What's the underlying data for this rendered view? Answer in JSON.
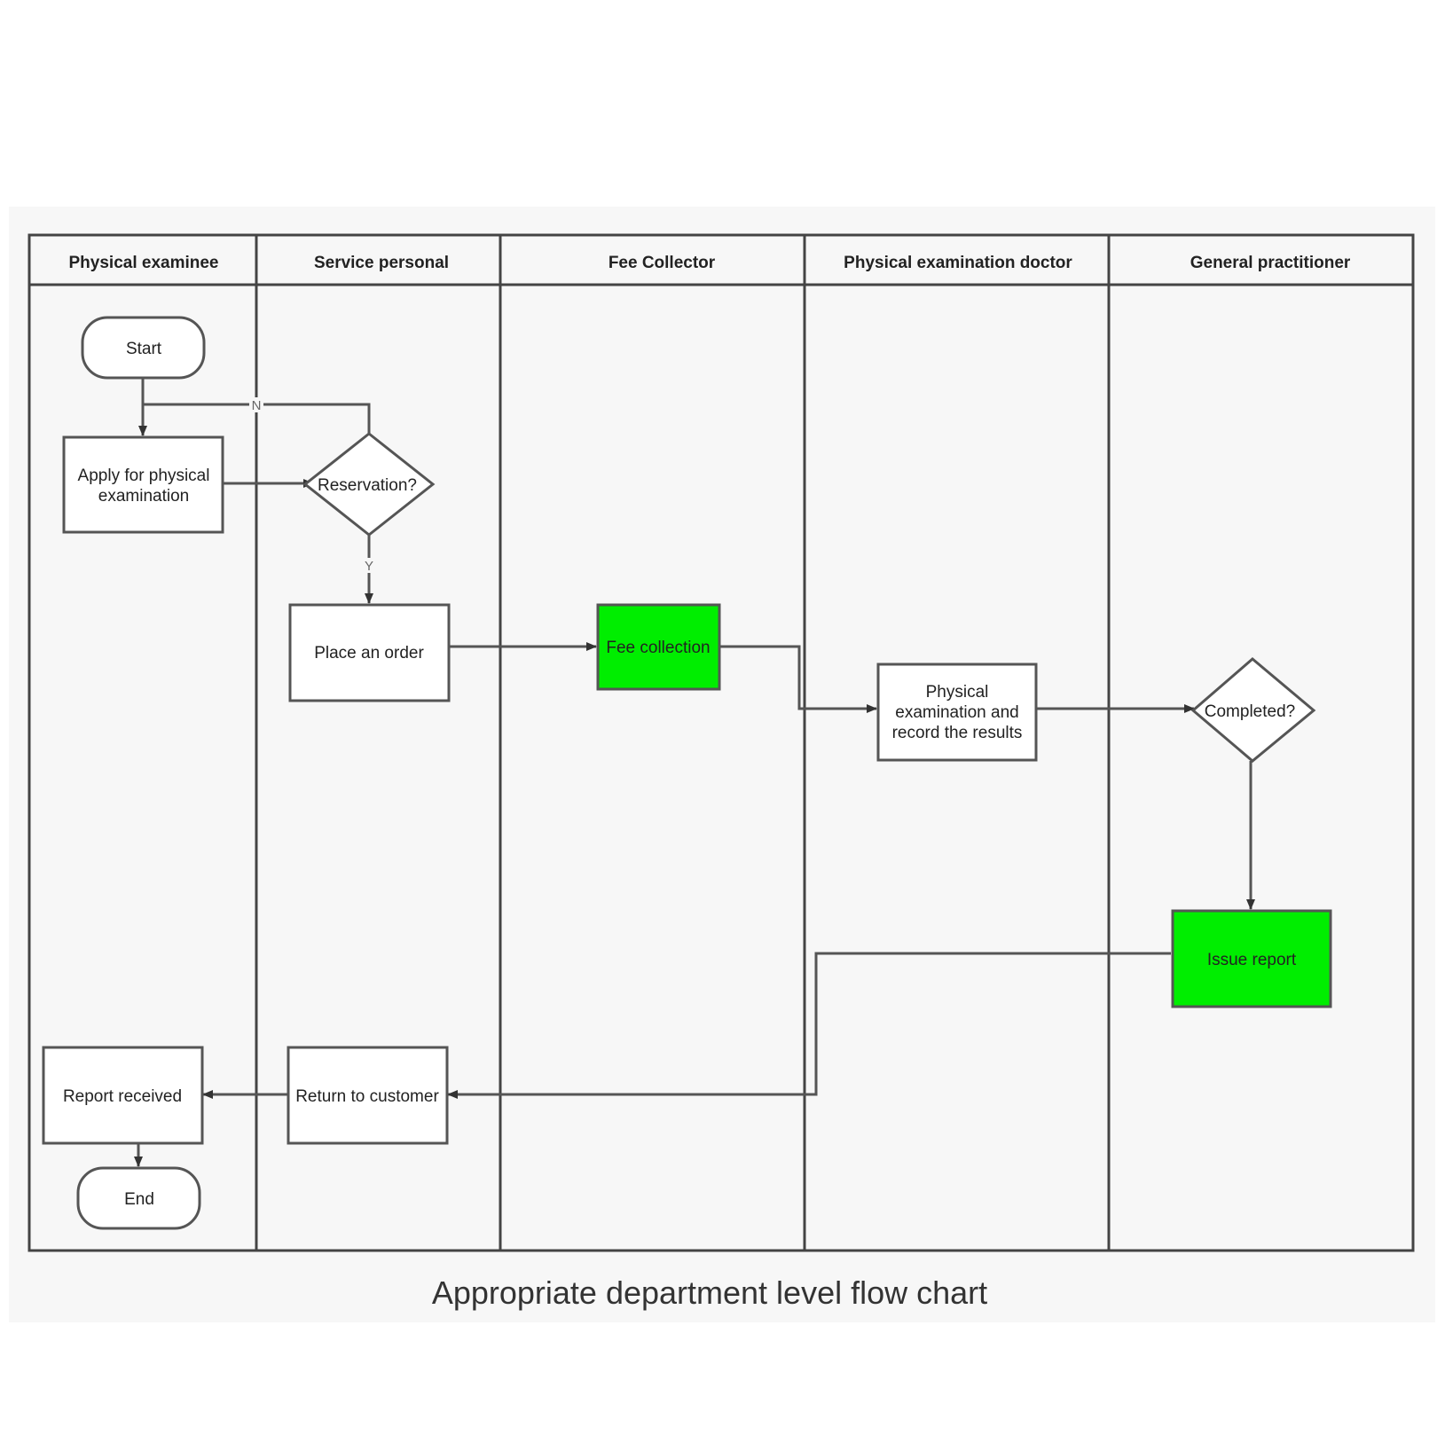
{
  "title": "Appropriate department level flow chart",
  "colors": {
    "highlight": "#00ee00",
    "stroke": "#555555",
    "frame_bg": "#f7f7f7"
  },
  "lanes": [
    {
      "id": "examinee",
      "label": "Physical examinee"
    },
    {
      "id": "service",
      "label": "Service personal"
    },
    {
      "id": "fee",
      "label": "Fee Collector"
    },
    {
      "id": "doctor",
      "label": "Physical examination doctor"
    },
    {
      "id": "gp",
      "label": "General practitioner"
    }
  ],
  "nodes": {
    "start": {
      "label": [
        "Start"
      ],
      "shape": "terminator"
    },
    "apply": {
      "label": [
        "Apply for physical",
        "examination"
      ],
      "shape": "process"
    },
    "reservation": {
      "label": [
        "Reservation?"
      ],
      "shape": "decision"
    },
    "order": {
      "label": [
        "Place an order"
      ],
      "shape": "process"
    },
    "fee": {
      "label": [
        "Fee collection"
      ],
      "shape": "process",
      "fill": "highlight"
    },
    "exam": {
      "label": [
        "Physical",
        "examination and",
        "record the results"
      ],
      "shape": "process"
    },
    "completed": {
      "label": [
        "Completed?"
      ],
      "shape": "decision"
    },
    "issue": {
      "label": [
        "Issue report"
      ],
      "shape": "process",
      "fill": "highlight"
    },
    "return": {
      "label": [
        "Return to customer"
      ],
      "shape": "process"
    },
    "received": {
      "label": [
        "Report received"
      ],
      "shape": "process"
    },
    "end": {
      "label": [
        "End"
      ],
      "shape": "terminator"
    }
  },
  "edges": [
    {
      "from": "start",
      "to": "apply",
      "label": ""
    },
    {
      "from": "reservation",
      "to": "apply",
      "label": "N"
    },
    {
      "from": "apply",
      "to": "reservation",
      "label": ""
    },
    {
      "from": "reservation",
      "to": "order",
      "label": "Y"
    },
    {
      "from": "order",
      "to": "fee",
      "label": ""
    },
    {
      "from": "fee",
      "to": "exam",
      "label": ""
    },
    {
      "from": "exam",
      "to": "completed",
      "label": ""
    },
    {
      "from": "completed",
      "to": "issue",
      "label": ""
    },
    {
      "from": "issue",
      "to": "return",
      "label": ""
    },
    {
      "from": "return",
      "to": "received",
      "label": ""
    },
    {
      "from": "received",
      "to": "end",
      "label": ""
    }
  ]
}
